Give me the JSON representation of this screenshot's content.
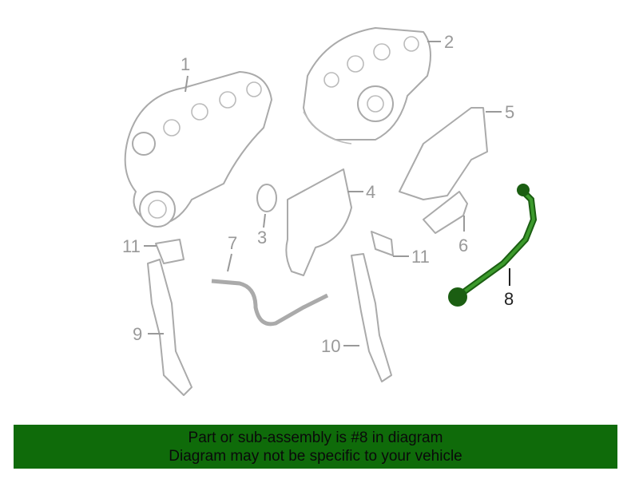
{
  "diagram": {
    "callouts": [
      "1",
      "2",
      "3",
      "4",
      "5",
      "6",
      "7",
      "8",
      "9",
      "10",
      "11",
      "11"
    ],
    "highlighted_part": "8",
    "highlight_color": "#2e7d1f"
  },
  "banner": {
    "line1": "Part or sub-assembly is #8 in diagram",
    "line2": "Diagram may not be specific to your vehicle",
    "background": "#0f6b0a"
  }
}
